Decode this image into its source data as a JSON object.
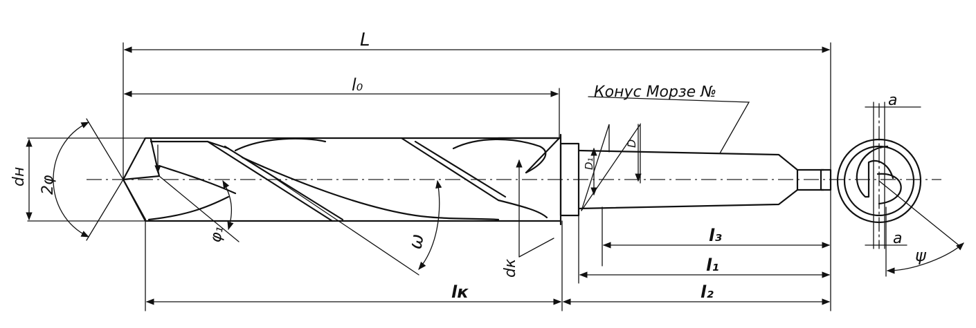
{
  "labels": {
    "L": "L",
    "l0": "l₀",
    "cone": "Конус Морзе №",
    "dn": "dн",
    "two_phi": "2φ",
    "phi1": "φ₁",
    "omega": "ω",
    "dk": "dк",
    "D1": "D₁",
    "D": "D",
    "l3": "l₃",
    "l1": "l₁",
    "l2": "l₂",
    "lk": "lк",
    "a_top": "a",
    "a_bottom": "a",
    "psi": "ψ"
  }
}
